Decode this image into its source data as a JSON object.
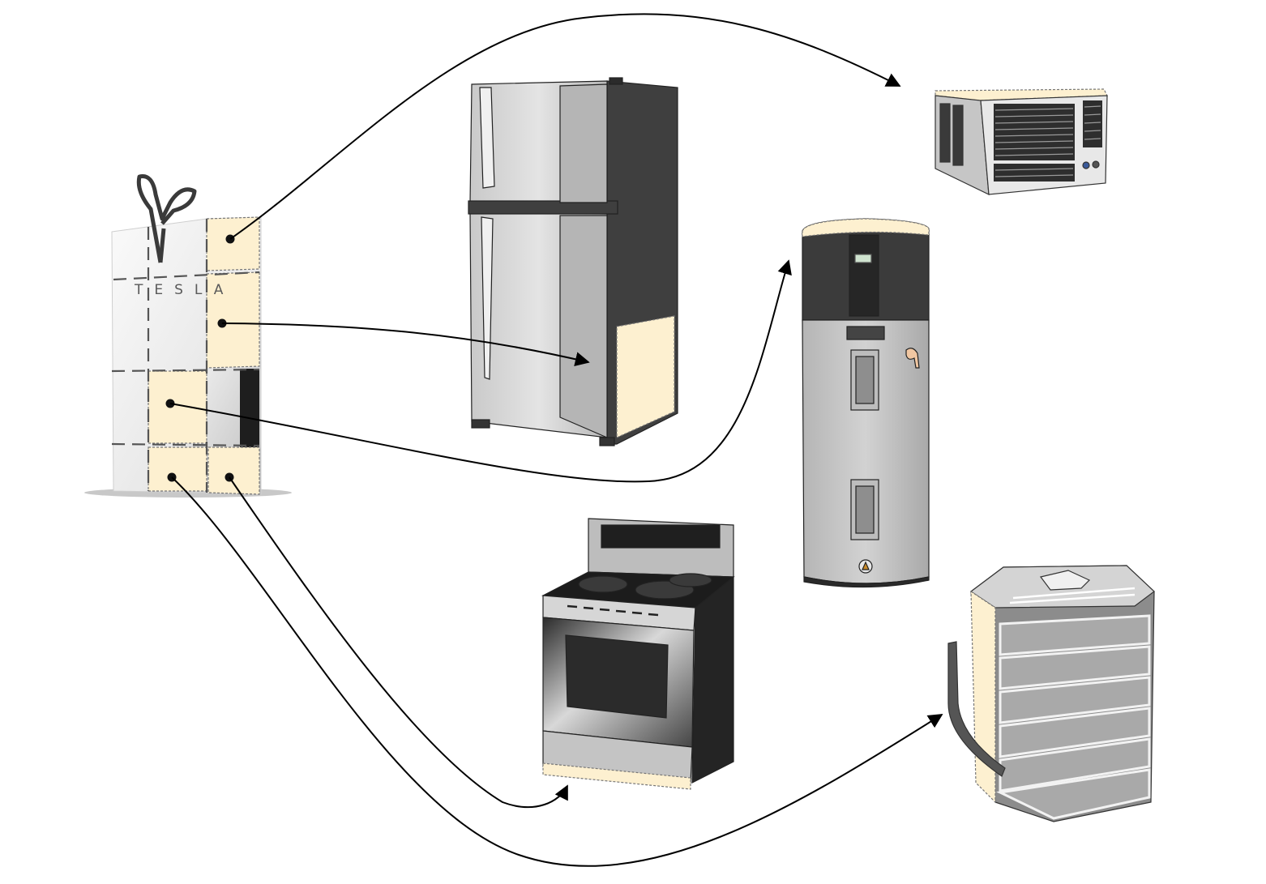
{
  "battery": {
    "brand_text": "TESLA",
    "icon": "scissors-icon"
  },
  "appliances": [
    {
      "key": "window-ac",
      "icon": "window-air-conditioner-icon"
    },
    {
      "key": "refrigerator",
      "icon": "refrigerator-icon"
    },
    {
      "key": "water-heater",
      "icon": "heat-pump-water-heater-icon"
    },
    {
      "key": "stove",
      "icon": "electric-range-icon"
    },
    {
      "key": "heat-pump",
      "icon": "outdoor-heat-pump-icon"
    }
  ],
  "connections": [
    {
      "from": "battery-slice-1",
      "to": "window-ac"
    },
    {
      "from": "battery-slice-2",
      "to": "refrigerator"
    },
    {
      "from": "battery-slice-3",
      "to": "water-heater"
    },
    {
      "from": "battery-slice-4",
      "to": "stove"
    },
    {
      "from": "battery-slice-5",
      "to": "heat-pump"
    }
  ],
  "colors": {
    "slice_fill": "#fdf0d0",
    "arrow": "#000000",
    "steel_light": "#d6d6d6",
    "steel_dark": "#3f3f3f"
  }
}
